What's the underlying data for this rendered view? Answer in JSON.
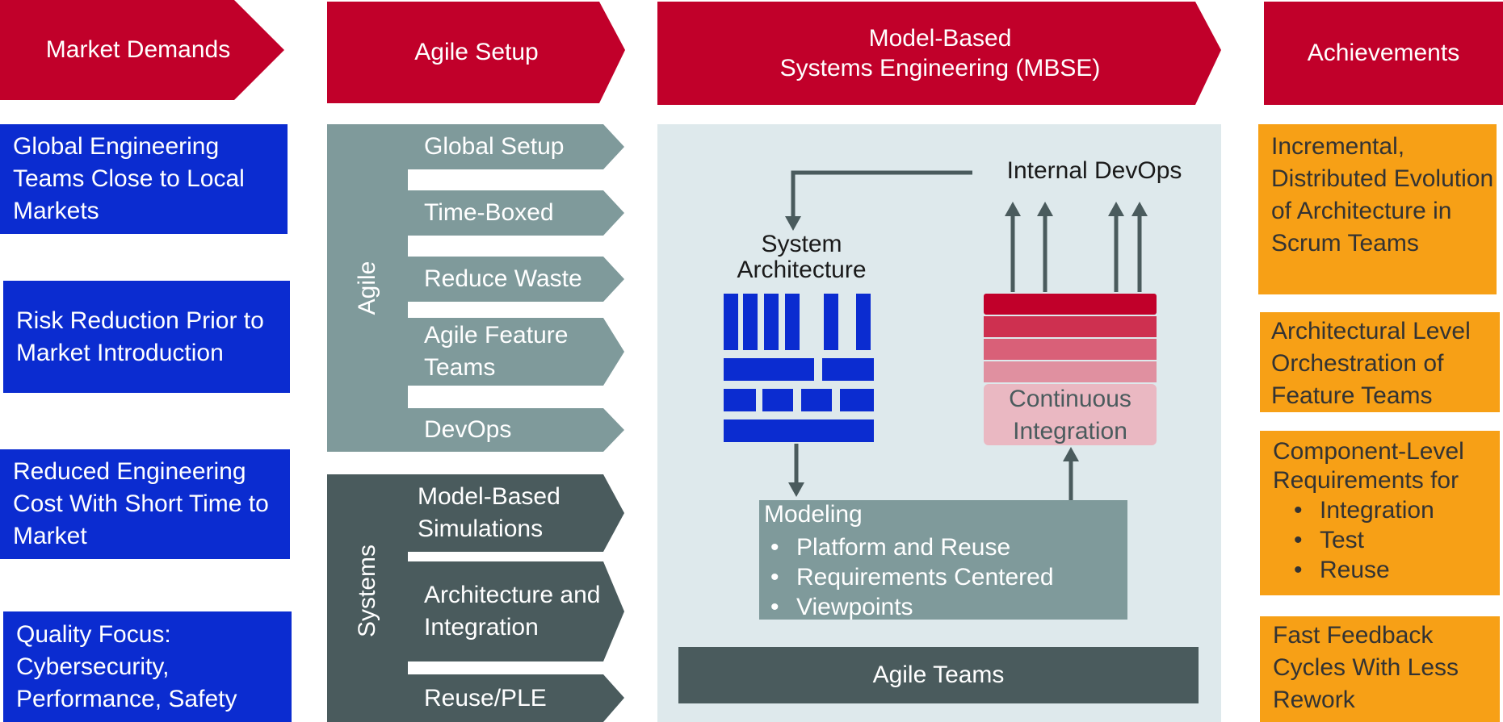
{
  "headers": {
    "market": "Market Demands",
    "agile": "Agile Setup",
    "mbse_line1": "Model-Based",
    "mbse_line2": "Systems Engineering (MBSE)",
    "achievements": "Achievements"
  },
  "market_demands": [
    "Global Engineering Teams Close to Local Markets",
    "Risk Reduction Prior to Market Introduction",
    "Reduced Engineering Cost With Short Time to Market",
    "Quality Focus: Cybersecurity, Performance, Safety"
  ],
  "agile_setup": {
    "agile_label": "Agile",
    "agile_items": [
      "Global Setup",
      "Time-Boxed",
      "Reduce Waste",
      "Agile Feature Teams",
      "DevOps"
    ],
    "systems_label": "Systems",
    "systems_items": [
      "Model-Based Simulations",
      "Architecture and Integration",
      "Reuse/PLE"
    ]
  },
  "mbse": {
    "internal_devops": "Internal DevOps",
    "system_architecture_line1": "System",
    "system_architecture_line2": "Architecture",
    "continuous_integration_line1": "Continuous",
    "continuous_integration_line2": "Integration",
    "modeling": {
      "title": "Modeling",
      "bullets": [
        "Platform and Reuse",
        "Requirements Centered",
        "Viewpoints"
      ]
    },
    "agile_teams": "Agile Teams"
  },
  "achievements": {
    "items": [
      "Incremental, Distributed Evolution of Architecture in Scrum Teams",
      "Architectural Level Orchestration of Feature Teams",
      "Fast Feedback Cycles With Less Rework"
    ],
    "component_title": "Component-Level Requirements for",
    "component_bullets": [
      "Integration",
      "Test",
      "Reuse"
    ]
  },
  "colors": {
    "header_red": "#c1002a",
    "demand_blue": "#0b2cd0",
    "achievement_orange": "#f7a016",
    "agile_gray": "#7f9a9b",
    "systems_dark": "#4a5b5d",
    "mbse_panel": "#dee9ec"
  }
}
